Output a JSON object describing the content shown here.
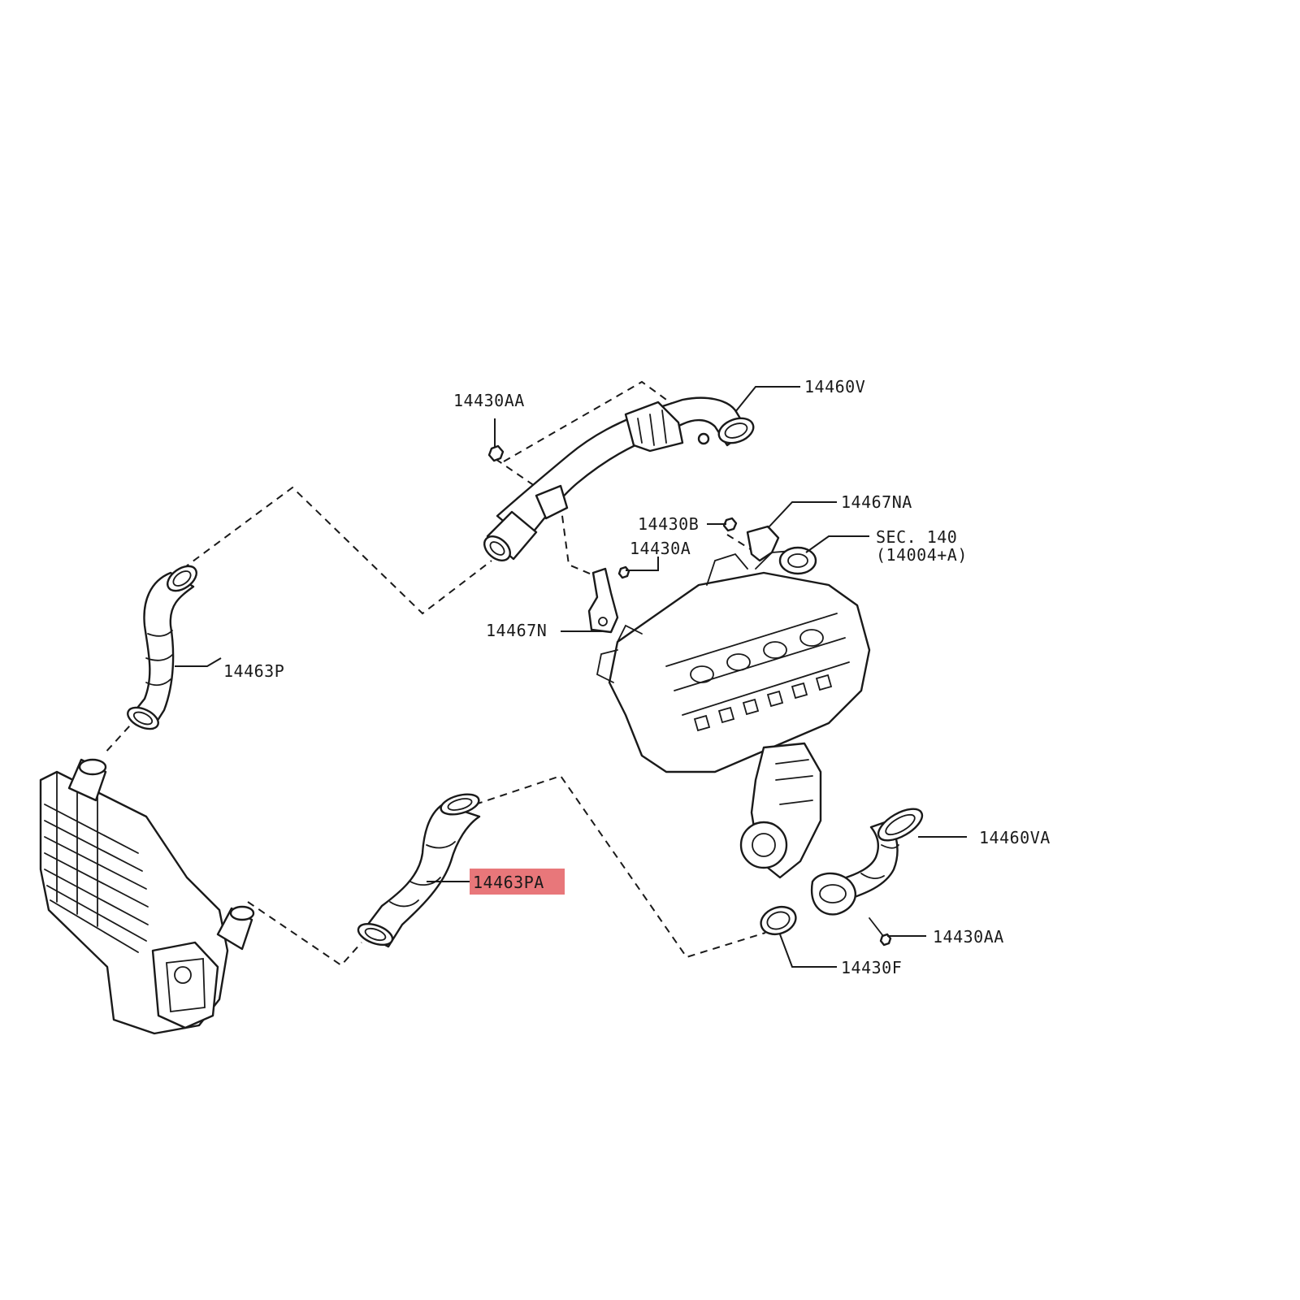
{
  "diagram": {
    "highlight_color": "#e8777a",
    "line_color": "#1a1a1a",
    "labels": {
      "p14460v": "14460V",
      "p14430aa_top": "14430AA",
      "p14467na": "14467NA",
      "p14430b": "14430B",
      "sec140_line1": "SEC. 140",
      "sec140_line2": "(14004+A)",
      "p14430a": "14430A",
      "p14467n": "14467N",
      "p14463p": "14463P",
      "p14463pa": "14463PA",
      "p14460va": "14460VA",
      "p14430aa_bottom": "14430AA",
      "p14430f": "14430F"
    },
    "components": {
      "intercooler": "intercooler-drawing",
      "engine": "engine-block-drawing",
      "hose_14460v": "air-duct-drawing",
      "hose_14463p": "air-hose-drawing",
      "hose_14463pa": "air-hose-drawing",
      "hose_14460va": "air-duct-drawing",
      "clamp_14430f": "clamp-ring-drawing",
      "bracket_14467n": "bracket-drawing",
      "bracket_14467na": "bracket-drawing",
      "bolt": "bolt-icon"
    }
  }
}
